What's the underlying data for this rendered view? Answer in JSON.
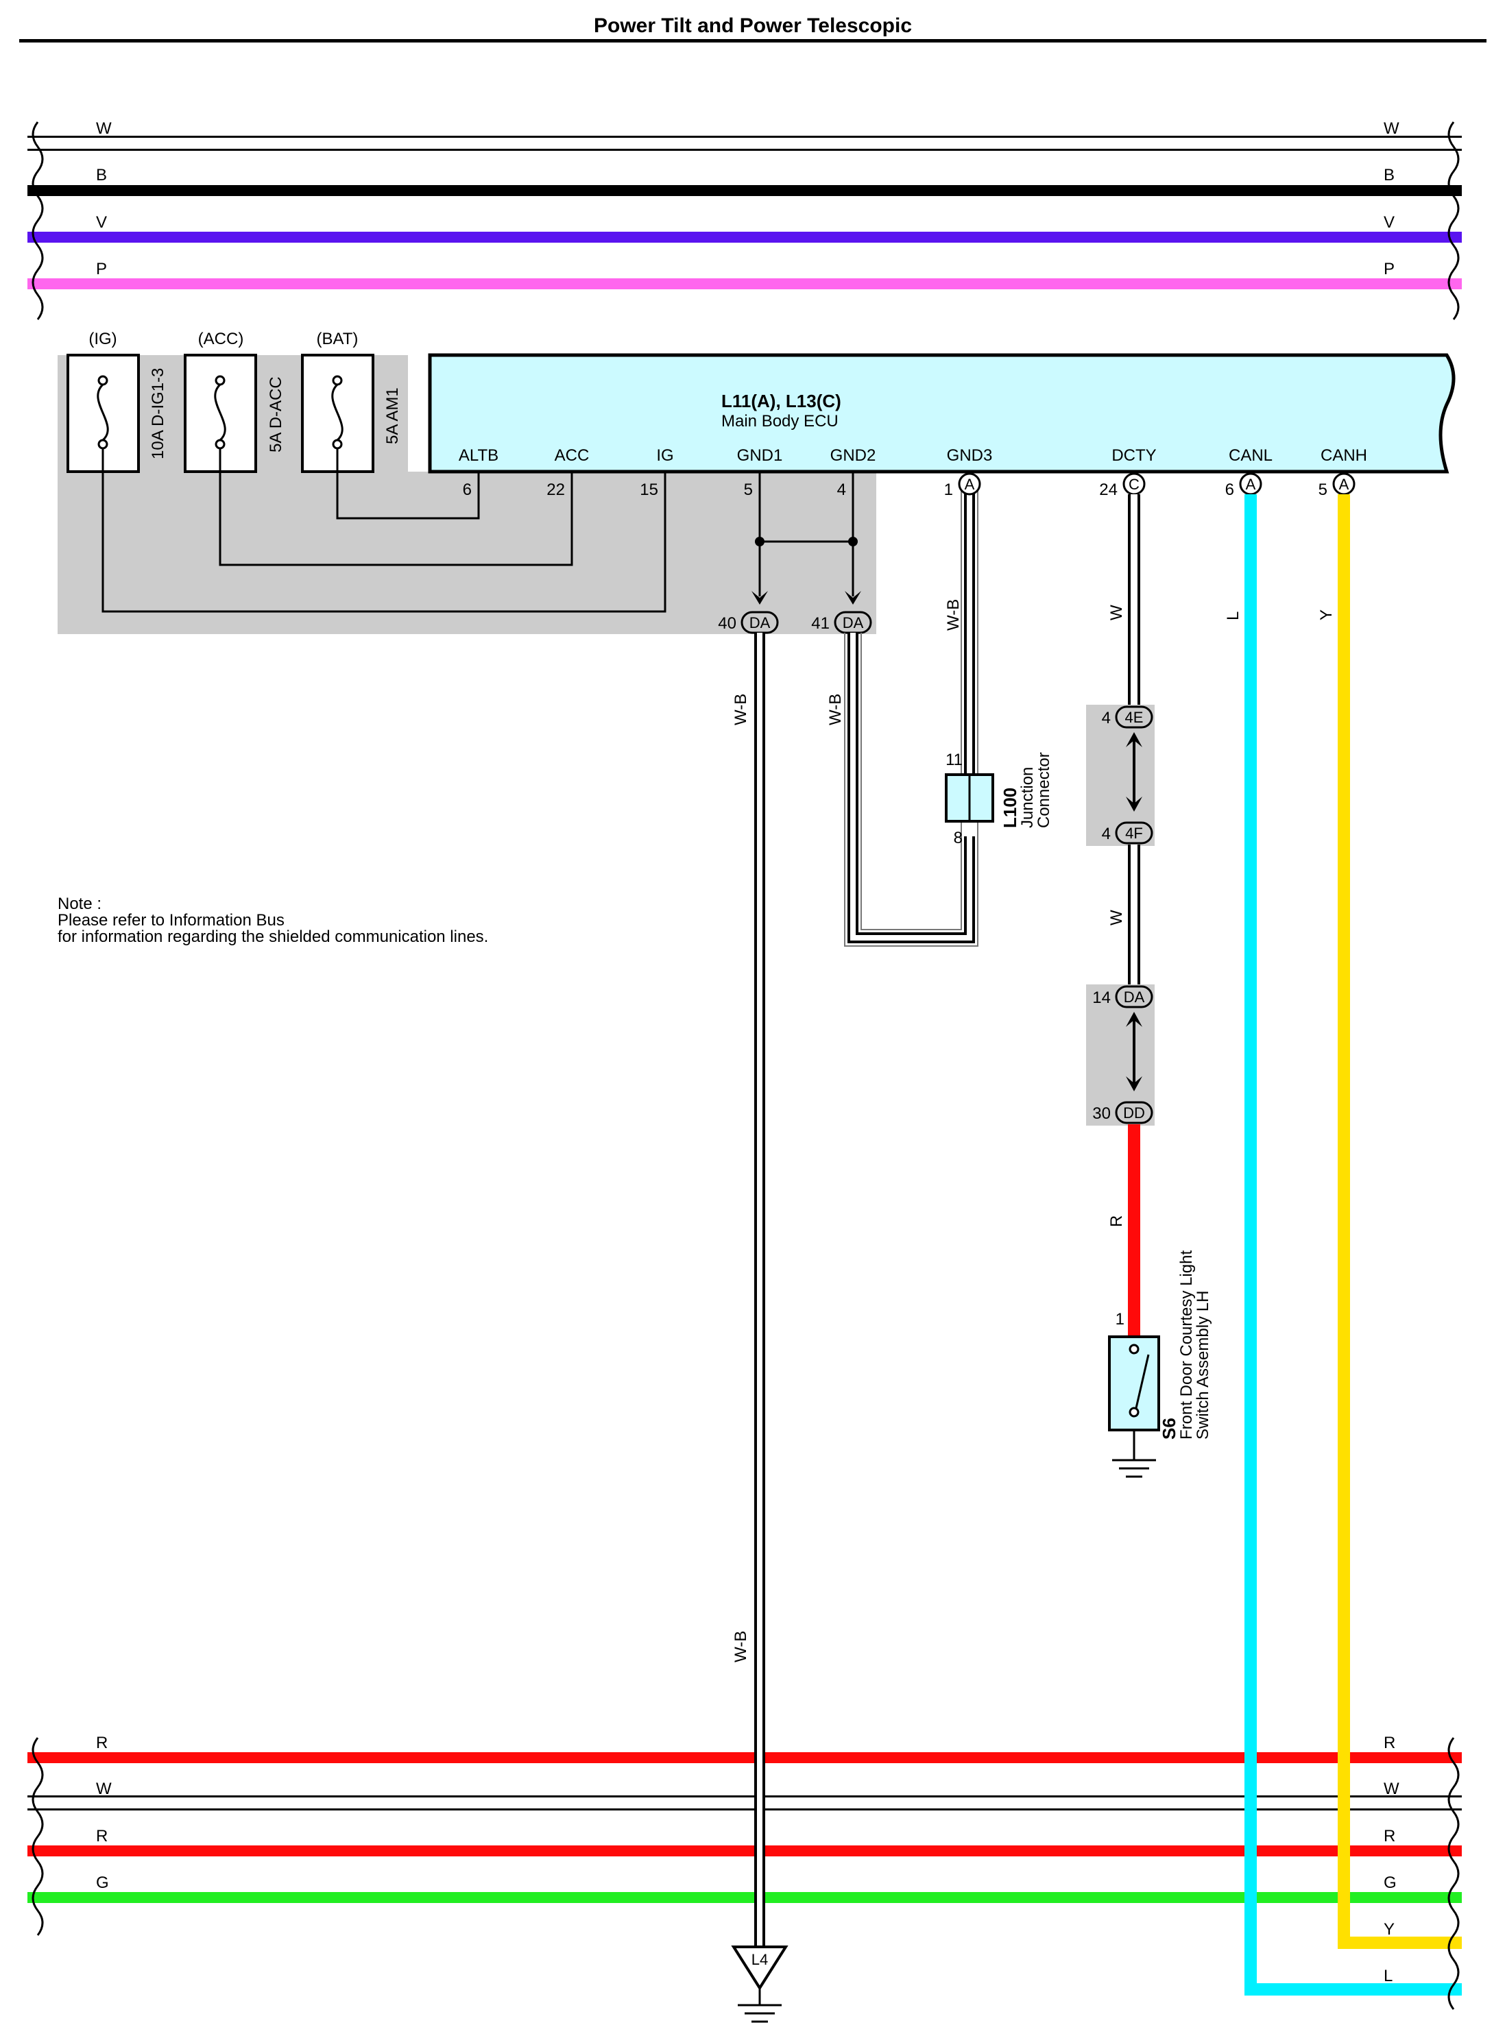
{
  "title": "Power Tilt and Power Telescopic",
  "colors": {
    "W": "#ffffff",
    "B": "#000000",
    "V": "#5a14f0",
    "P": "#ff66ee",
    "R": "#ff0a0a",
    "G": "#22ee22",
    "L": "#00f0ff",
    "Y": "#ffe000",
    "ecu_fill": "#ccfaff",
    "shade": "#cccccc"
  },
  "top_buses": [
    {
      "code": "W",
      "label": "W"
    },
    {
      "code": "B",
      "label": "B"
    },
    {
      "code": "V",
      "label": "V"
    },
    {
      "code": "P",
      "label": "P"
    }
  ],
  "bottom_buses": [
    {
      "code": "R",
      "label": "R"
    },
    {
      "code": "W",
      "label": "W"
    },
    {
      "code": "R",
      "label": "R"
    },
    {
      "code": "G",
      "label": "G"
    },
    {
      "code": "Y",
      "label": "Y"
    },
    {
      "code": "L",
      "label": "L"
    }
  ],
  "fuses": [
    {
      "source": "(IG)",
      "rating": "10A D-IG1-3"
    },
    {
      "source": "(ACC)",
      "rating": "5A D-ACC"
    },
    {
      "source": "(BAT)",
      "rating": "5A AM1"
    }
  ],
  "ecu": {
    "id": "L11(A), L13(C)",
    "name": "Main Body ECU",
    "terminals": [
      {
        "name": "ALTB",
        "pin": "6",
        "conn": ""
      },
      {
        "name": "ACC",
        "pin": "22",
        "conn": ""
      },
      {
        "name": "IG",
        "pin": "15",
        "conn": ""
      },
      {
        "name": "GND1",
        "pin": "5",
        "conn": ""
      },
      {
        "name": "GND2",
        "pin": "4",
        "conn": ""
      },
      {
        "name": "GND3",
        "pin": "1",
        "conn": "A"
      },
      {
        "name": "DCTY",
        "pin": "24",
        "conn": "C"
      },
      {
        "name": "CANL",
        "pin": "6",
        "conn": "A"
      },
      {
        "name": "CANH",
        "pin": "5",
        "conn": "A"
      }
    ]
  },
  "wire_labels": {
    "gnd1": "W-B",
    "gnd2": "W-B",
    "gnd3": "W-B",
    "gnd1_lower": "W-B",
    "dcty_upper": "W",
    "dcty_mid": "W",
    "dcty_lower": "R",
    "canl": "L",
    "canh": "Y"
  },
  "connectors": {
    "da40": {
      "pin": "40",
      "id": "DA"
    },
    "da41": {
      "pin": "41",
      "id": "DA"
    },
    "c4e": {
      "pin": "4",
      "id": "4E"
    },
    "c4f": {
      "pin": "4",
      "id": "4F"
    },
    "da14": {
      "pin": "14",
      "id": "DA"
    },
    "dd30": {
      "pin": "30",
      "id": "DD"
    }
  },
  "junction": {
    "id": "L100",
    "name": "Junction",
    "name2": "Connector",
    "pin_top": "11",
    "pin_bottom": "8"
  },
  "switch": {
    "id": "S6",
    "line1": "Front Door Courtesy Light",
    "line2": "Switch Assembly LH",
    "pin": "1"
  },
  "ground": {
    "id": "L4"
  },
  "note": {
    "line1": "Note :",
    "line2": "Please refer to Information Bus",
    "line3": "for information regarding the shielded communication lines."
  }
}
